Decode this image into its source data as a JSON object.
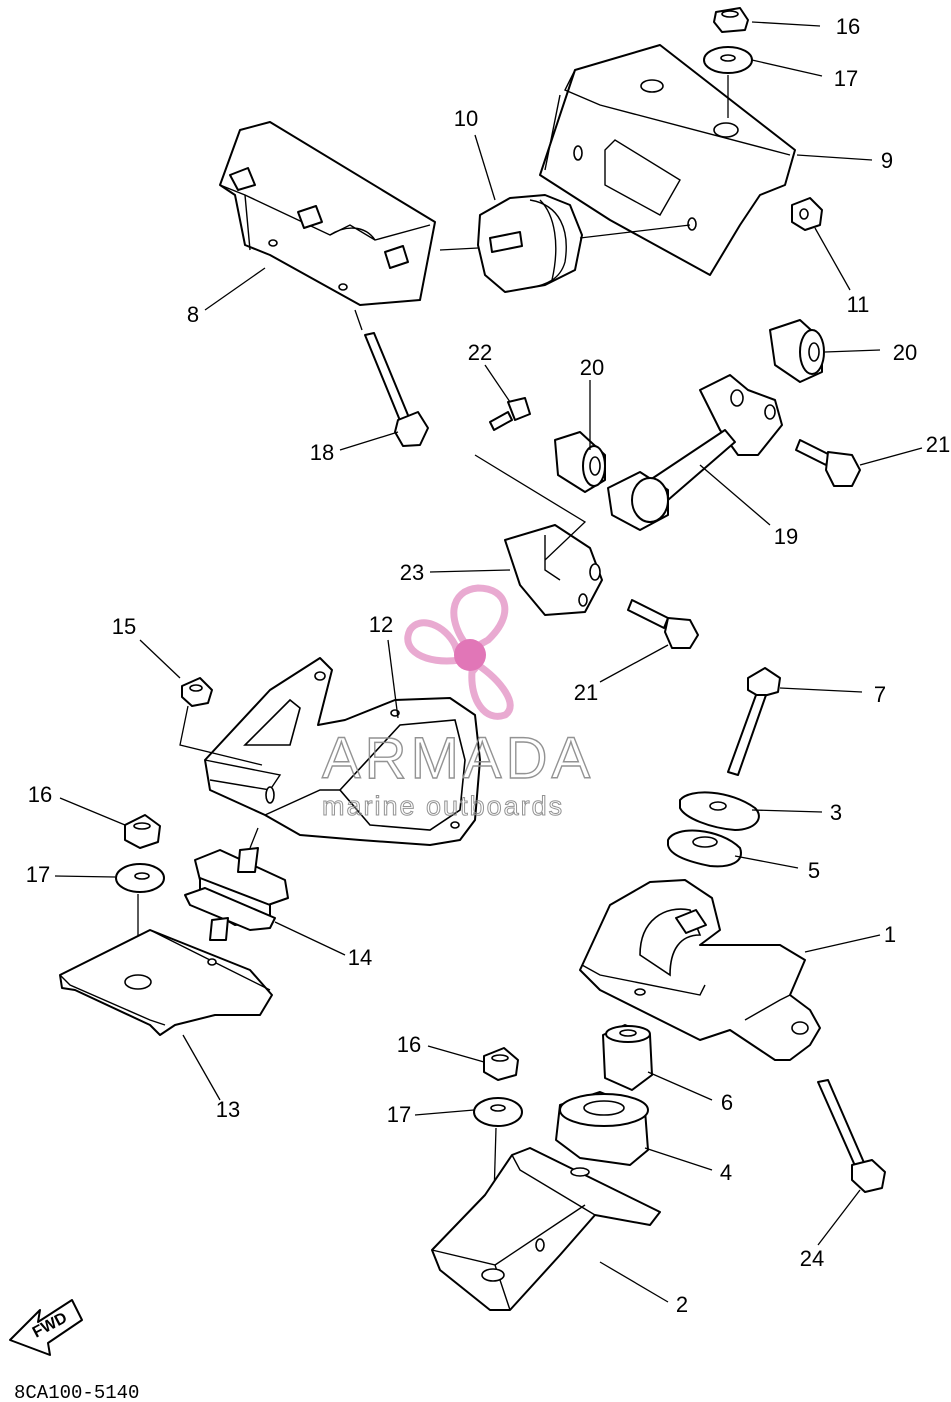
{
  "diagram": {
    "callouts": [
      "16",
      "17",
      "9",
      "10",
      "8",
      "11",
      "20",
      "22",
      "20",
      "18",
      "21",
      "19",
      "23",
      "12",
      "15",
      "21",
      "7",
      "16",
      "3",
      "17",
      "5",
      "14",
      "1",
      "13",
      "16",
      "6",
      "17",
      "4",
      "24",
      "2"
    ],
    "fwd_label": "FWD",
    "drawing_code": "8CA100-5140"
  },
  "watermark": {
    "brand": "ARMADA",
    "tagline": "marine outboards",
    "logo_color": "#e8a6cf",
    "logo_center_color": "#e06fb4",
    "text_color": "#8e8e8e"
  }
}
